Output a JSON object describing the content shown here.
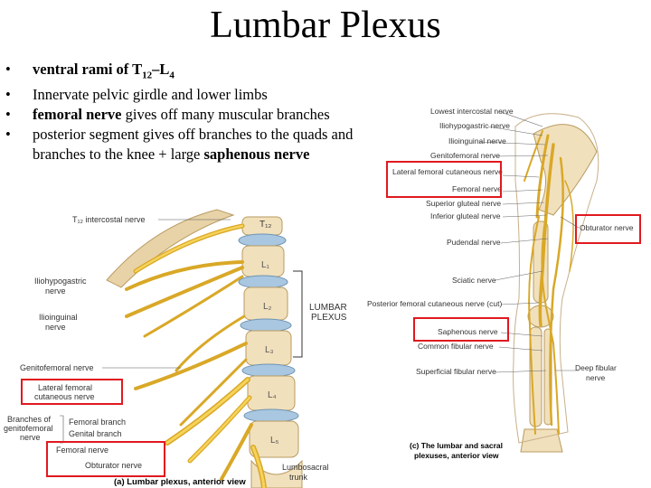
{
  "slide": {
    "title": "Lumbar Plexus",
    "bullets": [
      {
        "pre_bold": "ventral rami of T",
        "sub1": "12",
        "mid": "–L",
        "sub2": "4"
      },
      {
        "text": "Innervate pelvic girdle and lower limbs"
      },
      {
        "bold": "femoral nerve",
        "rest": " gives off many muscular branches"
      },
      {
        "line1": "posterior segment gives off branches to the quads and",
        "line2_pre": "branches to the knee + large ",
        "line2_bold": "saphenous nerve"
      }
    ]
  },
  "figure_a": {
    "caption": "(a) Lumbar plexus, anterior view",
    "labels": {
      "t12_intercostal": "T₁₂ intercostal nerve",
      "t12": "T₁₂",
      "iliohypogastric": [
        "Iliohypogastric",
        "nerve"
      ],
      "ilioinguinal": [
        "Ilioinguinal",
        "nerve"
      ],
      "genitofemoral": "Genitofemoral nerve",
      "lateral_femoral": [
        "Lateral femoral",
        "cutaneous nerve"
      ],
      "branches_of": [
        "Branches of",
        "genitofemoral",
        "nerve"
      ],
      "femoral_branch": "Femoral branch",
      "genital_branch": "Genital branch",
      "femoral_nerve": "Femoral nerve",
      "obturator_nerve": "Obturator nerve",
      "lumbar_plexus": [
        "LUMBAR",
        "PLEXUS"
      ],
      "lumbosacral_trunk": [
        "Lumbosacral",
        "trunk"
      ],
      "vertebra_labels": [
        "L₁",
        "L₂",
        "L₃",
        "L₄",
        "L₅"
      ]
    }
  },
  "figure_c": {
    "caption": [
      "(c) The lumbar and sacral",
      "plexuses, anterior view"
    ],
    "labels": {
      "lowest_intercostal": "Lowest intercostal nerve",
      "iliohypogastric": "Iliohypogastric nerve",
      "ilioinguinal": "Ilioinguinal nerve",
      "genitofemoral": "Genitofemoral nerve",
      "lateral_femoral": "Lateral femoral cutaneous nerve",
      "femoral": "Femoral nerve",
      "superior_gluteal": "Superior gluteal nerve",
      "inferior_gluteal": "Inferior gluteal nerve",
      "obturator": "Obturator nerve",
      "pudendal": "Pudendal nerve",
      "sciatic": "Sciatic nerve",
      "posterior_femoral": "Posterior femoral cutaneous nerve (cut)",
      "saphenous": "Saphenous nerve",
      "common_fibular": "Common fibular nerve",
      "superficial_fibular": "Superficial fibular nerve",
      "deep_fibular": [
        "Deep fibular",
        "nerve"
      ]
    }
  },
  "colors": {
    "highlight_box": "#e0191f",
    "nerve": "#f2c640",
    "nerve_stroke": "#c89a1a",
    "bone": "#f1e0bc",
    "disc": "#a9c7e0"
  }
}
